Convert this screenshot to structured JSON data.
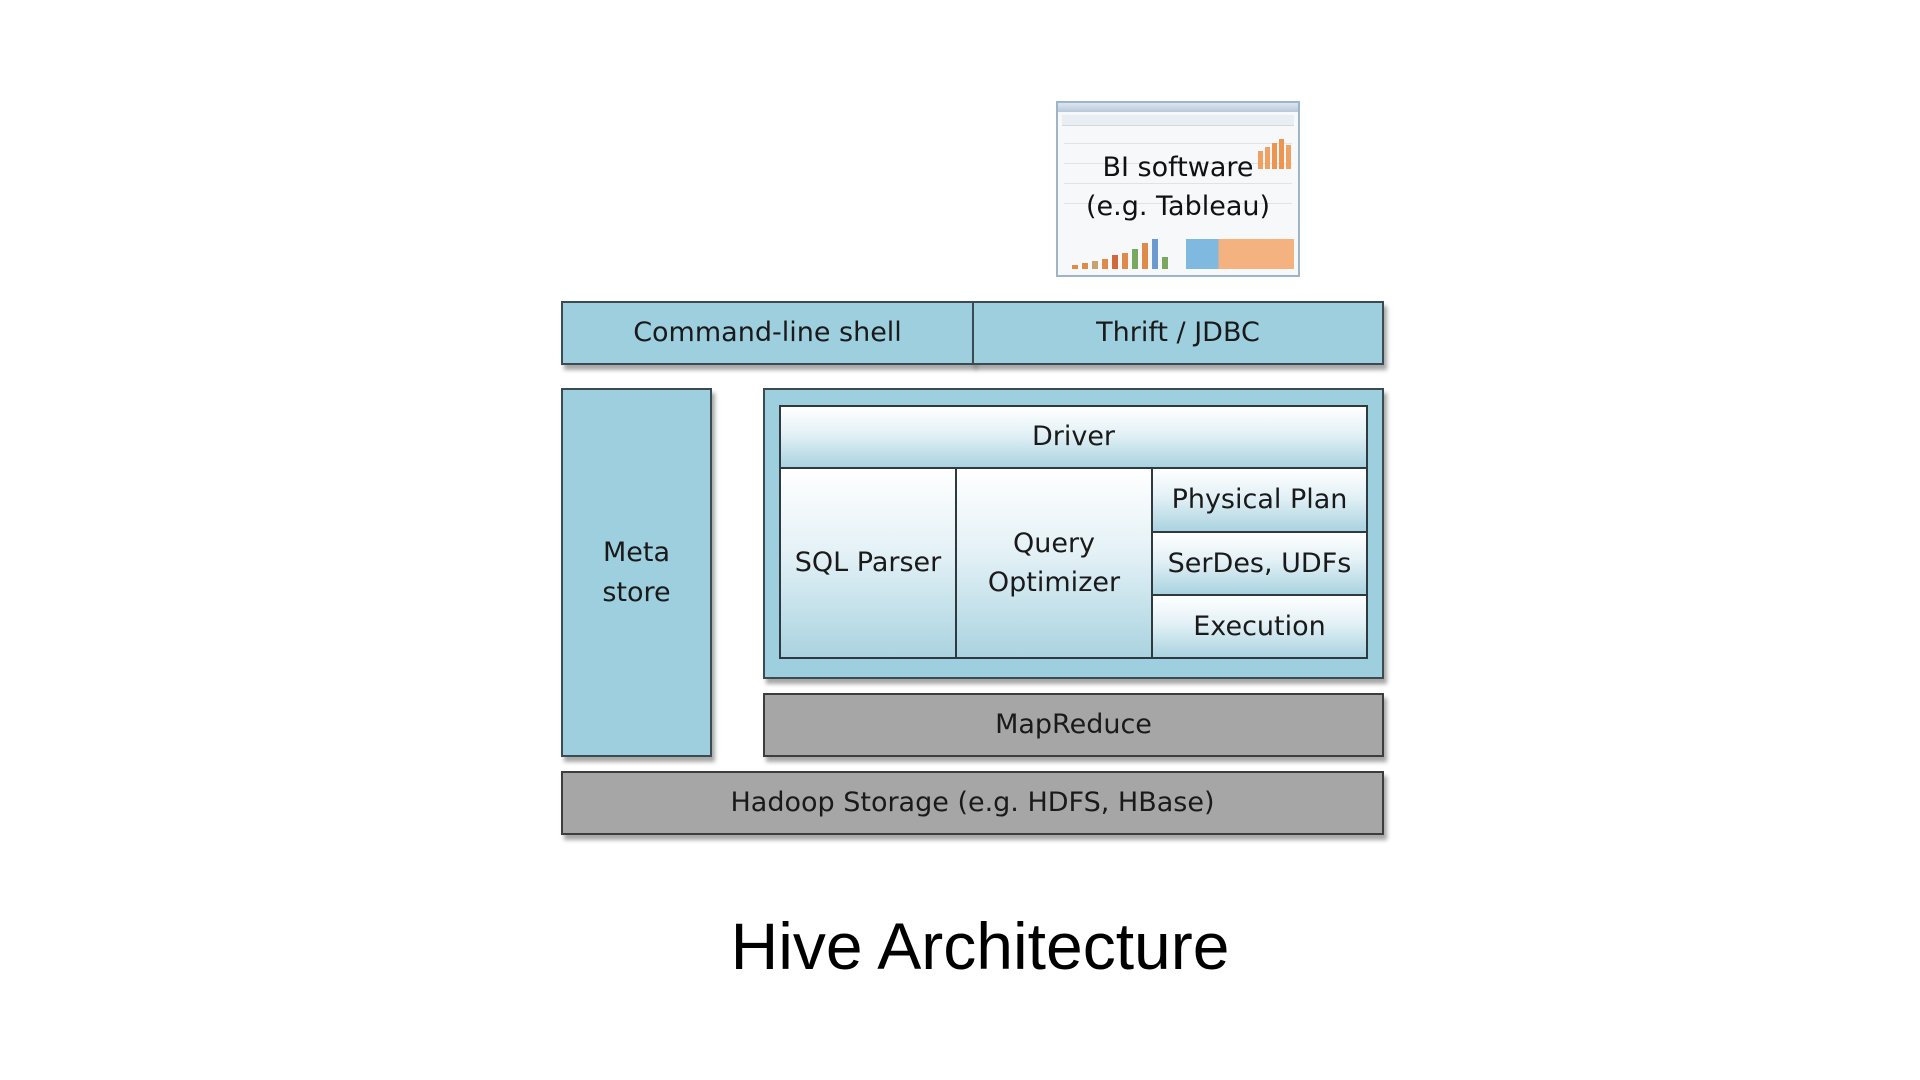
{
  "diagram": {
    "bi_software": {
      "line1": "BI software",
      "line2": "(e.g. Tableau)"
    },
    "command_line_shell": "Command-line shell",
    "thrift_jdbc": "Thrift / JDBC",
    "metastore": {
      "line1": "Meta",
      "line2": "store"
    },
    "driver": "Driver",
    "sql_parser": "SQL Parser",
    "query_optimizer": {
      "line1": "Query",
      "line2": "Optimizer"
    },
    "physical_plan": "Physical Plan",
    "serdes_udfs": "SerDes, UDFs",
    "execution": "Execution",
    "mapreduce": "MapReduce",
    "hadoop_storage": "Hadoop Storage (e.g. HDFS, HBase)"
  },
  "caption": "Hive Architecture",
  "colors": {
    "blue": "#9dcfdf",
    "gray": "#a6a6a6",
    "border": "#3c4a52"
  }
}
